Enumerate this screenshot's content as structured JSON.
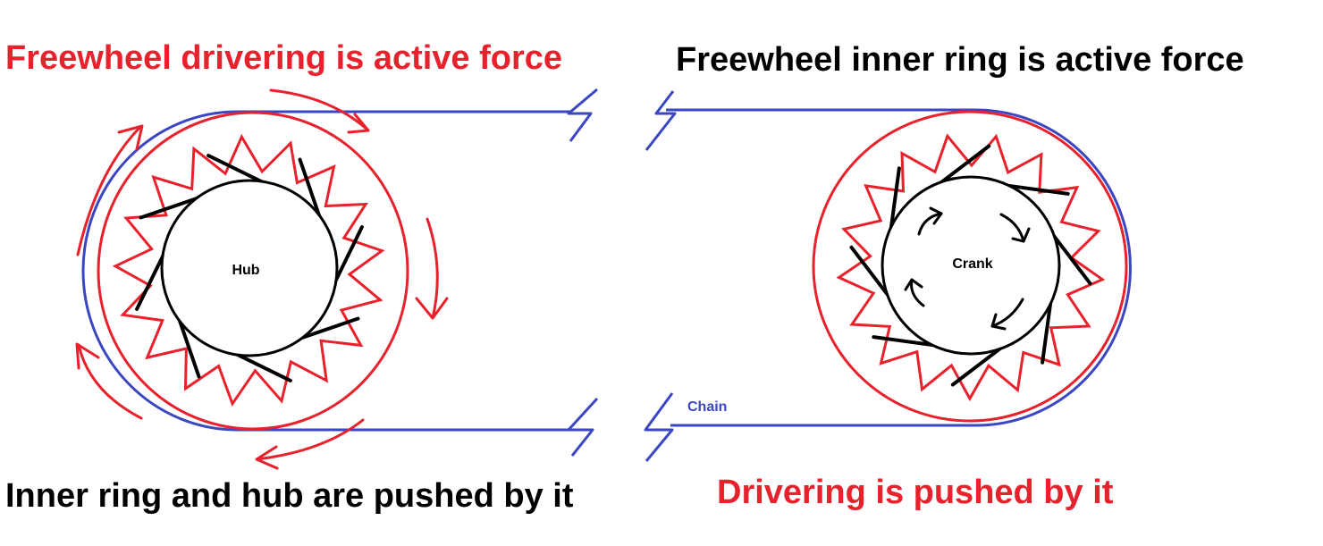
{
  "captions": {
    "top_left": "Freewheel drivering is active force",
    "top_right": "Freewheel inner ring is active force",
    "bottom_left": "Inner ring and hub are pushed by it",
    "bottom_right": "Drivering is pushed by it"
  },
  "labels": {
    "hub": "Hub",
    "crank": "Crank",
    "chain": "Chain"
  },
  "colors": {
    "red": "#e8222c",
    "dark_red": "#8a1020",
    "blue": "#3a46c2",
    "black": "#000000"
  }
}
